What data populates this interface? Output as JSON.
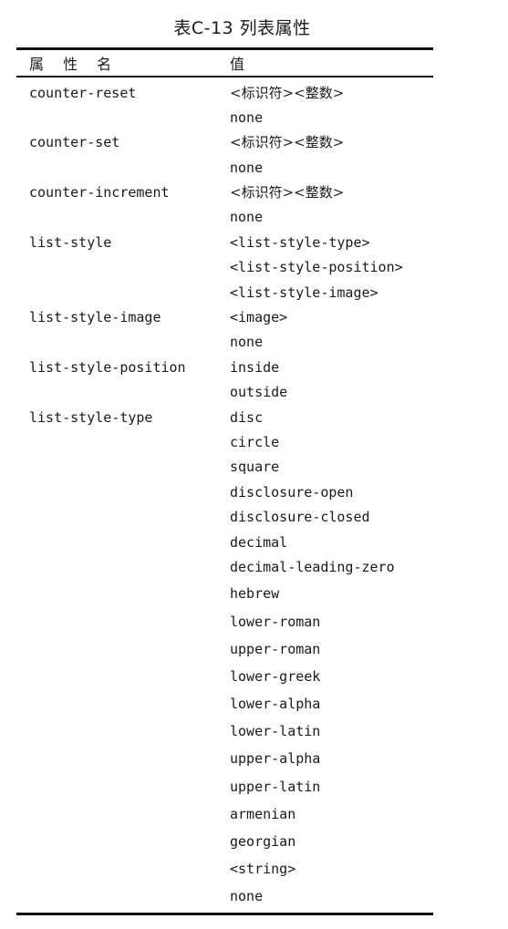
{
  "table": {
    "caption": "表C-13   列表属性",
    "header": {
      "property": "属 性 名",
      "value": "值"
    },
    "rows": [
      {
        "property": "counter-reset",
        "values": [
          "<标识符><整数>",
          "none"
        ]
      },
      {
        "property": "counter-set",
        "values": [
          "<标识符><整数>",
          "none"
        ]
      },
      {
        "property": "counter-increment",
        "values": [
          "<标识符><整数>",
          "none"
        ]
      },
      {
        "property": "list-style",
        "values": [
          "<list-style-type>",
          "<list-style-position>",
          "<list-style-image>"
        ]
      },
      {
        "property": "list-style-image",
        "values": [
          "<image>",
          "none"
        ]
      },
      {
        "property": "list-style-position",
        "values": [
          "inside",
          "outside"
        ]
      },
      {
        "property": "list-style-type",
        "values": [
          "disc",
          "circle",
          "square",
          "disclosure-open",
          "disclosure-closed",
          "decimal",
          "decimal-leading-zero",
          "hebrew",
          "lower-roman",
          "upper-roman",
          "lower-greek",
          "lower-alpha",
          "lower-latin",
          "upper-alpha",
          "upper-latin",
          "armenian",
          "georgian",
          "<string>",
          "none"
        ]
      }
    ]
  }
}
